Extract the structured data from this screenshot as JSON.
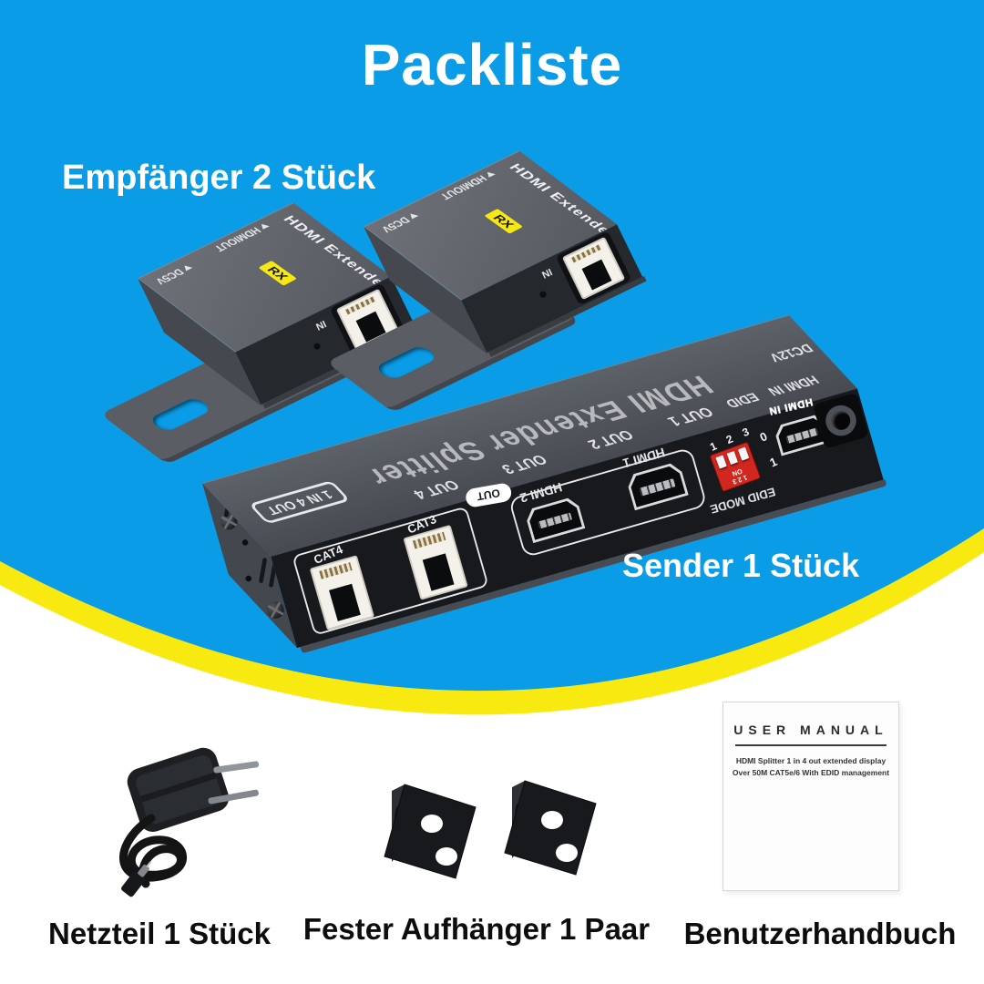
{
  "title": "Packliste",
  "sections": {
    "receivers_label": "Empfänger 2 Stück",
    "sender_label": "Sender 1 Stück",
    "power_label": "Netzteil 1 Stück",
    "brackets_label": "Fester Aufhänger 1 Paar",
    "manual_label": "Benutzerhandbuch"
  },
  "receiver": {
    "brand": "HDMI Extender",
    "rx_badge": "RX",
    "label_dc": "DC5V",
    "label_hdmi_out": "HDMIOUT",
    "label_in": "IN"
  },
  "main_unit": {
    "top_text": "HDMI Extender Splitter",
    "io_badge": "1 IN 4 OUT",
    "top_labels": [
      "OUT 4",
      "OUT 3",
      "OUT 2",
      "OUT 1",
      "EDID",
      "HDMI IN",
      "DC12V"
    ],
    "cat4": "CAT4",
    "cat3": "CAT3",
    "out_pill": "OUT",
    "hdmi2": "HDMI 2",
    "hdmi1": "HDMI 1",
    "hdmi_in_badge": "HDMI IN",
    "dip_numbers": "1 2 3",
    "dip_on": "ON",
    "dip_zero": "0",
    "dip_one": "1",
    "edid_mode": "EDID MODE"
  },
  "manual": {
    "title": "USER MANUAL",
    "line1": "HDMI Splitter 1 in 4 out extended display",
    "line2": "Over 50M CAT5e/6 With EDID management"
  },
  "colors": {
    "blue": "#0a9ce6",
    "yellow": "#f8ea10",
    "rx_yellow": "#f6e813"
  }
}
